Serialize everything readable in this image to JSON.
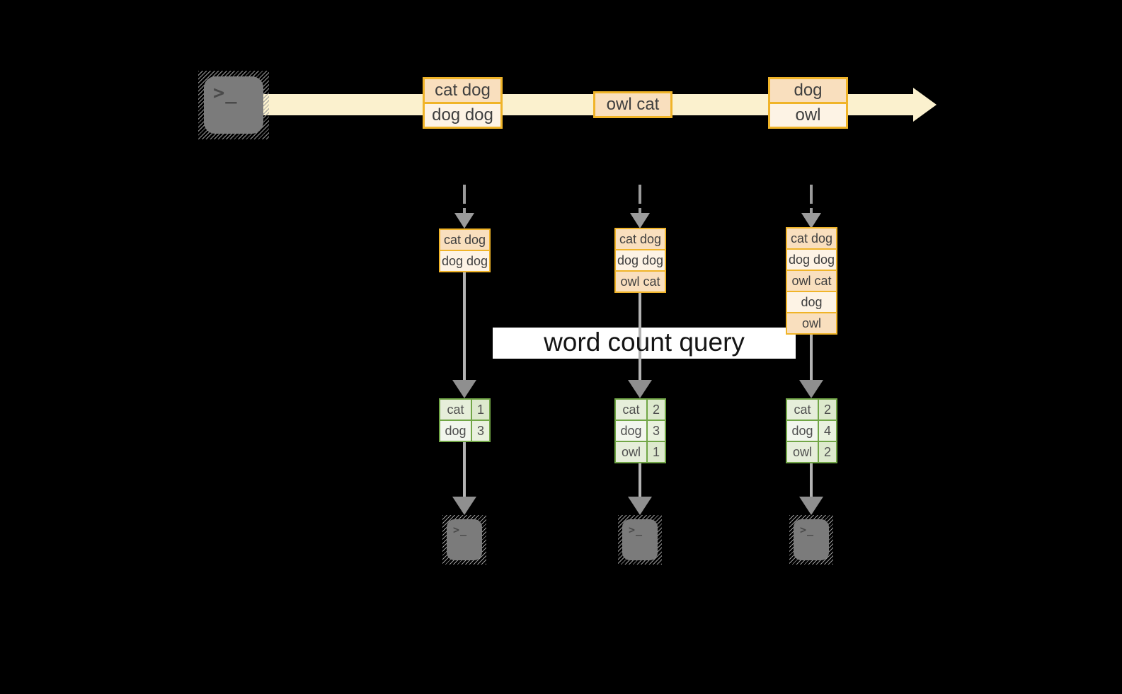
{
  "colors": {
    "background": "#000000",
    "accent_gold": "#F0B429",
    "fill_peach_dark": "#F9DFBE",
    "fill_peach_light": "#FDF3E5",
    "green_border": "#71A646",
    "green_fill_dark": "#E6EEDA",
    "green_fill_light": "#F2F6ED",
    "stream_cream": "#FBF1CE",
    "arrow_gray": "#9B9B9B"
  },
  "icons": {
    "terminal_prompt": ">_"
  },
  "stream": {
    "batches": [
      {
        "items": [
          "cat dog",
          "dog dog"
        ]
      },
      {
        "items": [
          "owl cat"
        ]
      },
      {
        "items": [
          "dog",
          "owl"
        ]
      }
    ]
  },
  "query": {
    "label": "word count query"
  },
  "columns": [
    {
      "buffer": [
        "cat dog",
        "dog dog"
      ],
      "result": [
        {
          "word": "cat",
          "count": "1"
        },
        {
          "word": "dog",
          "count": "3"
        }
      ]
    },
    {
      "buffer": [
        "cat dog",
        "dog dog",
        "owl cat"
      ],
      "result": [
        {
          "word": "cat",
          "count": "2"
        },
        {
          "word": "dog",
          "count": "3"
        },
        {
          "word": "owl",
          "count": "1"
        }
      ]
    },
    {
      "buffer": [
        "cat dog",
        "dog dog",
        "owl cat",
        "dog",
        "owl"
      ],
      "result": [
        {
          "word": "cat",
          "count": "2"
        },
        {
          "word": "dog",
          "count": "4"
        },
        {
          "word": "owl",
          "count": "2"
        }
      ]
    }
  ]
}
